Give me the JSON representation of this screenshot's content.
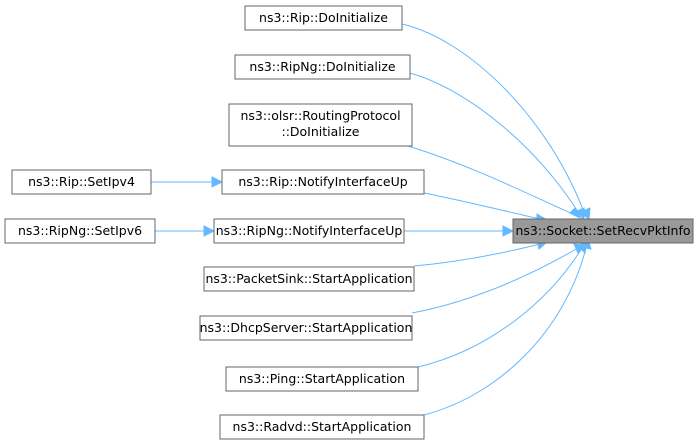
{
  "graph": {
    "target": "ns3::Socket::SetRecvPktInfo",
    "nodes": {
      "rip_doinit": "ns3::Rip::DoInitialize",
      "ripng_doinit": "ns3::RipNg::DoInitialize",
      "olsr_doinit_l1": "ns3::olsr::RoutingProtocol",
      "olsr_doinit_l2": "::DoInitialize",
      "rip_setipv4": "ns3::Rip::SetIpv4",
      "rip_notify": "ns3::Rip::NotifyInterfaceUp",
      "ripng_setipv6": "ns3::RipNg::SetIpv6",
      "ripng_notify": "ns3::RipNg::NotifyInterfaceUp",
      "packetsink_start": "ns3::PacketSink::StartApplication",
      "dhcpserver_start": "ns3::DhcpServer::StartApplication",
      "ping_start": "ns3::Ping::StartApplication",
      "radvd_start": "ns3::Radvd::StartApplication"
    },
    "colors": {
      "edge": "#63b8ff",
      "node_border": "#666666",
      "focus_fill": "#999999"
    }
  }
}
